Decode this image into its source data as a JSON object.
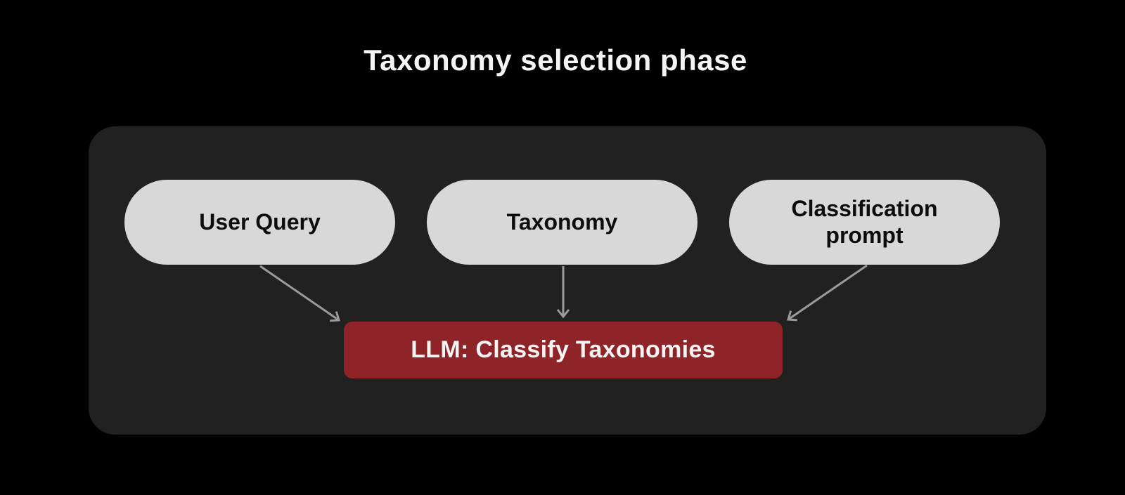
{
  "title": "Taxonomy selection phase",
  "diagram": {
    "inputs": [
      {
        "id": "user-query",
        "label": "User Query"
      },
      {
        "id": "taxonomy",
        "label": "Taxonomy"
      },
      {
        "id": "classification-prompt",
        "label": "Classification prompt"
      }
    ],
    "processor": {
      "id": "llm-classify-taxonomies",
      "label": "LLM: Classify Taxonomies"
    },
    "arrows": [
      {
        "from": "user-query",
        "to": "llm-classify-taxonomies"
      },
      {
        "from": "taxonomy",
        "to": "llm-classify-taxonomies"
      },
      {
        "from": "classification-prompt",
        "to": "llm-classify-taxonomies"
      }
    ]
  },
  "colors": {
    "background": "#000000",
    "panel": "#212121",
    "input_pill": "#d8d8d8",
    "input_text": "#0d0d0d",
    "processor_box": "#8e2428",
    "processor_text": "#f6f3f3",
    "arrow": "#9a9a9a",
    "title_text": "#f6f3f3"
  }
}
